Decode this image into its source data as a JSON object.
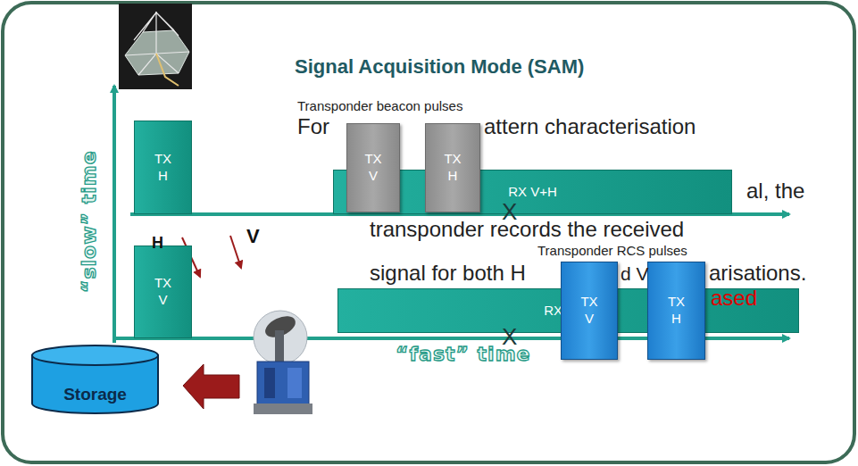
{
  "diagram": {
    "title": "Signal Acquisition Mode (SAM)",
    "nodes": [
      {
        "text": [
          "TX",
          "H"
        ]
      },
      {
        "text": [
          "RX V+H"
        ]
      },
      {
        "text": [
          "TX",
          "V"
        ]
      },
      {
        "text": [
          "TX",
          "H"
        ]
      },
      {
        "text": [
          "TX",
          "V"
        ]
      },
      {
        "text": [
          "RX V+H"
        ]
      },
      {
        "text": [
          "TX",
          "V"
        ]
      },
      {
        "text": [
          "TX",
          "H"
        ]
      },
      {
        "text": [
          "Storage"
        ]
      }
    ],
    "labels": [
      "Transponder beacon pulses",
      "For",
      "attern characterisation",
      "al, the",
      "transponder records the received",
      "signal for both H",
      "d V",
      "arisations.",
      "ased",
      "Transponder RCS pulses",
      "X",
      "X",
      "V",
      "H",
      "“slow” time",
      "“fast” time"
    ]
  }
}
